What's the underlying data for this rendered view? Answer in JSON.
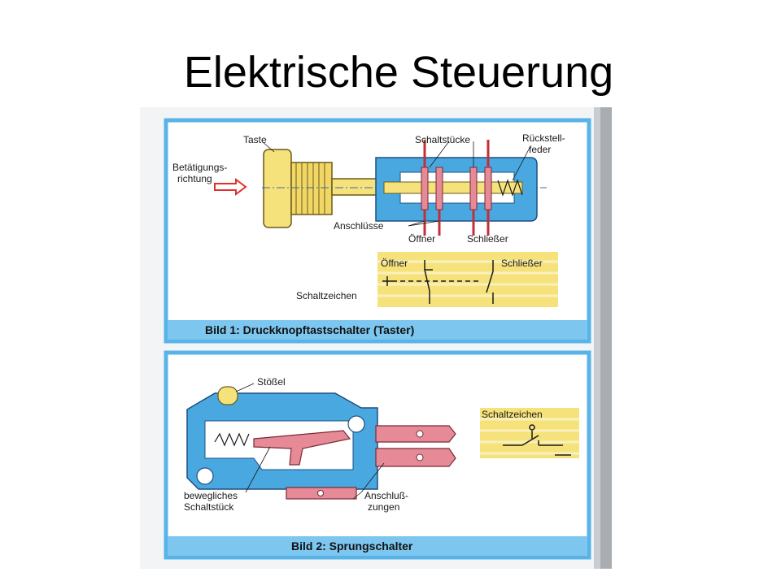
{
  "slide": {
    "title": "Elektrische Steuerung"
  },
  "figure1": {
    "caption": "Bild 1: Druckknopftastschalter (Taster)",
    "labels": {
      "taste": "Taste",
      "betaetigung_1": "Betätigungs-",
      "betaetigung_2": "richtung",
      "schaltstuecke": "Schaltstücke",
      "rueckstell_1": "Rückstell-",
      "rueckstell_2": "feder",
      "anschluesse": "Anschlüsse",
      "oeffner": "Öffner",
      "schliesser": "Schließer",
      "sym_oeffner": "Öffner",
      "sym_schliesser": "Schließer",
      "schaltzeichen": "Schaltzeichen"
    }
  },
  "figure2": {
    "caption": "Bild 2: Sprungschalter",
    "labels": {
      "stoessel": "Stößel",
      "schaltzeichen": "Schaltzeichen",
      "beweglich_1": "bewegliches",
      "beweglich_2": "Schaltstück",
      "anschluss_1": "Anschluß-",
      "anschluss_2": "zungen"
    }
  },
  "colors": {
    "frame_blue": "#58b4e8",
    "caption_blue": "#7cc6ef",
    "housing_blue": "#4aa8e0",
    "yellow": "#f6e27a",
    "contact_pink": "#e58a96",
    "arrow_red": "#e0302a"
  }
}
